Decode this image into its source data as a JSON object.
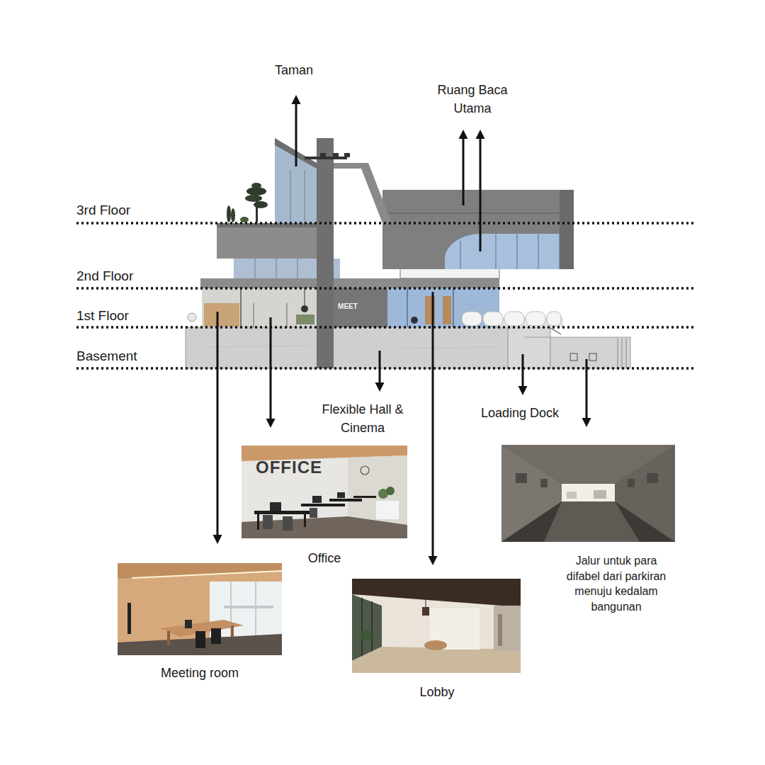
{
  "diagram": {
    "nodes": [
      {
        "text": [
          "Office"
        ]
      },
      {
        "text": [
          "Jalur untuk para difabel dari parkiran menuju kedalam bangunan"
        ]
      },
      {
        "text": [
          "Meeting room"
        ]
      },
      {
        "text": [
          "Lobby"
        ]
      }
    ],
    "labels": [
      "Taman",
      "Ruang Baca Utama",
      "3rd Floor",
      "2nd Floor",
      "1st Floor",
      "Basement",
      "MEET",
      "Flexible Hall & Cinema",
      "Loading Dock",
      "OFFICE"
    ]
  }
}
